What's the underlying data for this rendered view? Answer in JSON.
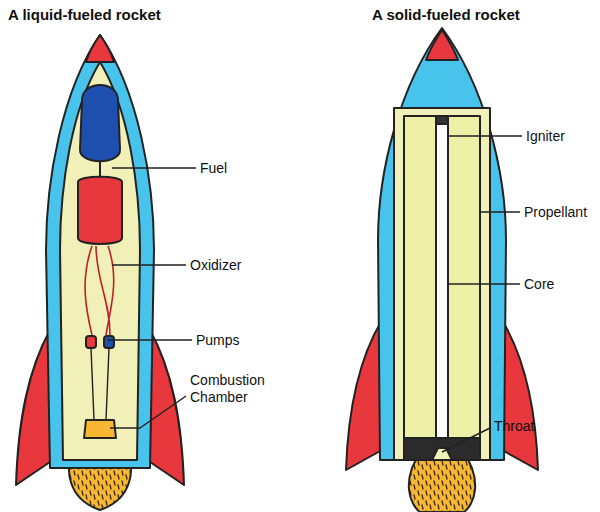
{
  "diagram": {
    "labels": [
      "A liquid-fueled rocket",
      "A solid-fueled rocket",
      "Fuel",
      "Oxidizer",
      "Pumps",
      "Combustion Chamber",
      "Igniter",
      "Propellant",
      "Core",
      "Throat"
    ]
  }
}
